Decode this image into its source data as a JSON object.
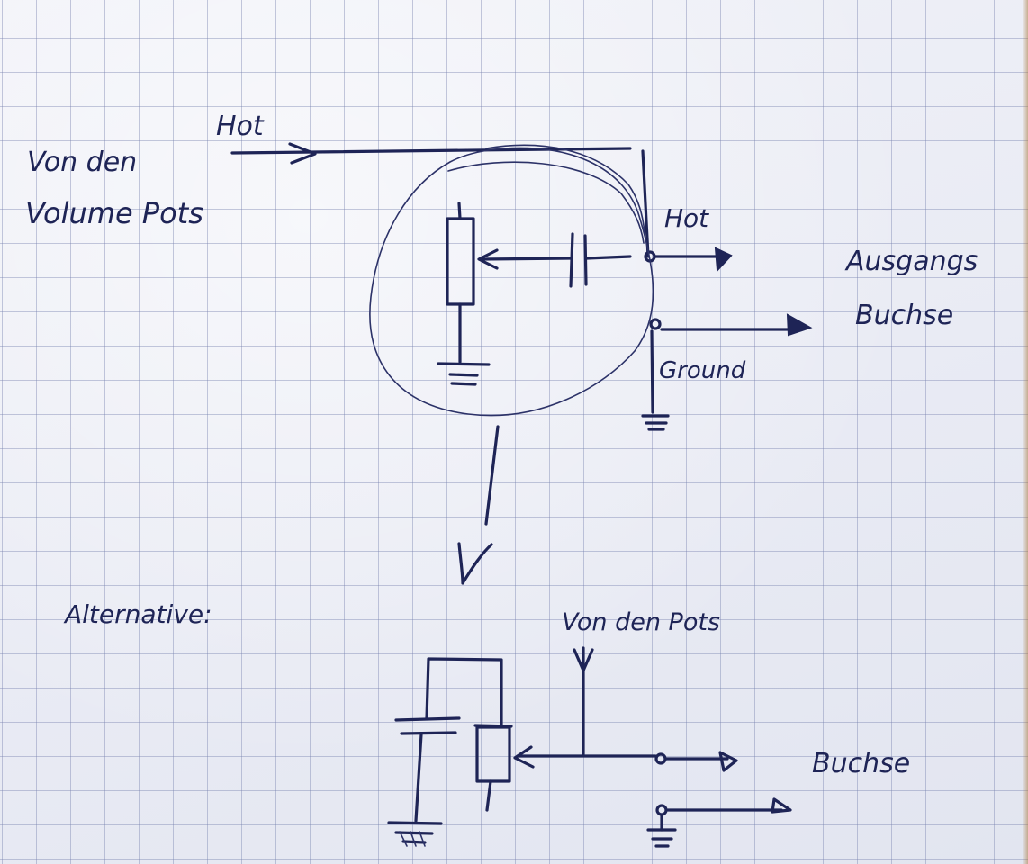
{
  "upper_schematic": {
    "input_source": [
      "Von den",
      "Volume Pots"
    ],
    "hot_in_label": "Hot",
    "hot_out_label": "Hot",
    "output_jack": [
      "Ausgangs",
      "Buchse"
    ],
    "ground_label": "Ground"
  },
  "lower_schematic": {
    "heading": "Alternative:",
    "source_label": "Von den Pots",
    "jack_label": "Buchse"
  },
  "colors": {
    "ink": "#1e2456",
    "grid": "#7882af",
    "paper": "#eef0f7"
  }
}
